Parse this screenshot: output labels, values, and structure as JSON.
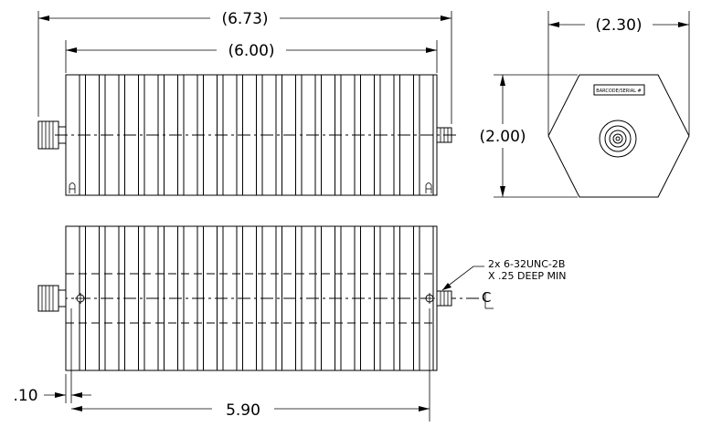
{
  "dimensions": {
    "overall_length": "(6.73)",
    "body_length": "(6.00)",
    "across_corners": "(2.30)",
    "across_flats": "(2.00)",
    "tab_offset": ".10",
    "hole_spacing": "5.90"
  },
  "note": {
    "line1": "2x  6-32UNC-2B",
    "line2": "X .25 DEEP MIN"
  },
  "label_plate": "BARCODE/SERIAL #",
  "centerline_symbol": "C",
  "colors": {
    "line": "#000000",
    "background": "#ffffff"
  }
}
